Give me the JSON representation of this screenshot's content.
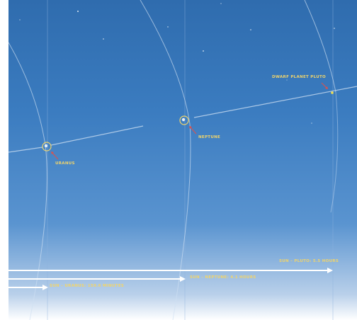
{
  "planets": {
    "uranus": "URANUS",
    "neptune": "NEPTUNE",
    "pluto": "DWARF PLANET PLUTO"
  },
  "distances": {
    "pluto": "SUN – PLUTO: 5.5 HOURS",
    "neptune": "SUN – NEPTUNE: 4.1 HOURS",
    "uranus": "SUN – URANUS: 159.6 MINUTES"
  },
  "colors": {
    "label": "#f1d46a",
    "arrow_pointer": "#d9534f",
    "distance_arrow": "#ffffff",
    "pluto_dot": "#f4e04d"
  }
}
